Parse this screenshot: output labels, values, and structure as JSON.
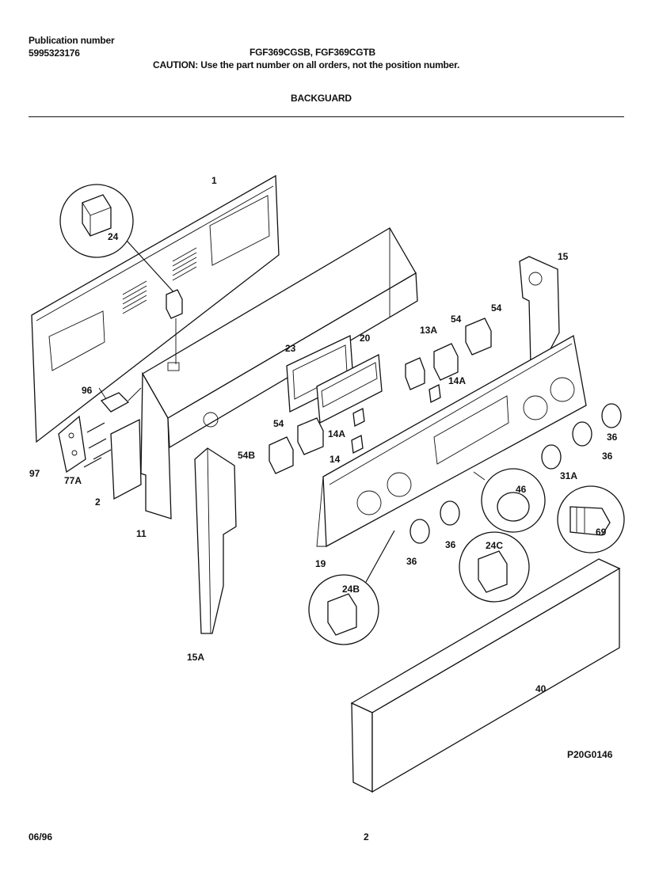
{
  "header": {
    "publication_label": "Publication number",
    "publication_number": "5995323176",
    "models": "FGF369CGSB, FGF369CGTB",
    "caution": "CAUTION:  Use the part number on all orders, not the position number.",
    "section_title": "BACKGUARD"
  },
  "callouts": {
    "c1": "1",
    "c2": "2",
    "c11": "11",
    "c13A": "13A",
    "c14": "14",
    "c14A_top": "14A",
    "c14A_mid": "14A",
    "c15": "15",
    "c15A": "15A",
    "c19": "19",
    "c20": "20",
    "c23": "23",
    "c24": "24",
    "c24B": "24B",
    "c24C": "24C",
    "c31A": "31A",
    "c36_a": "36",
    "c36_b": "36",
    "c36_c": "36",
    "c36_d": "36",
    "c40": "40",
    "c46": "46",
    "c54_a": "54",
    "c54_b": "54",
    "c54_c": "54",
    "c54B": "54B",
    "c69": "69",
    "c77A": "77A",
    "c96": "96",
    "c97": "97"
  },
  "footer": {
    "date": "06/96",
    "page": "2",
    "drawing_code": "P20G0146"
  }
}
